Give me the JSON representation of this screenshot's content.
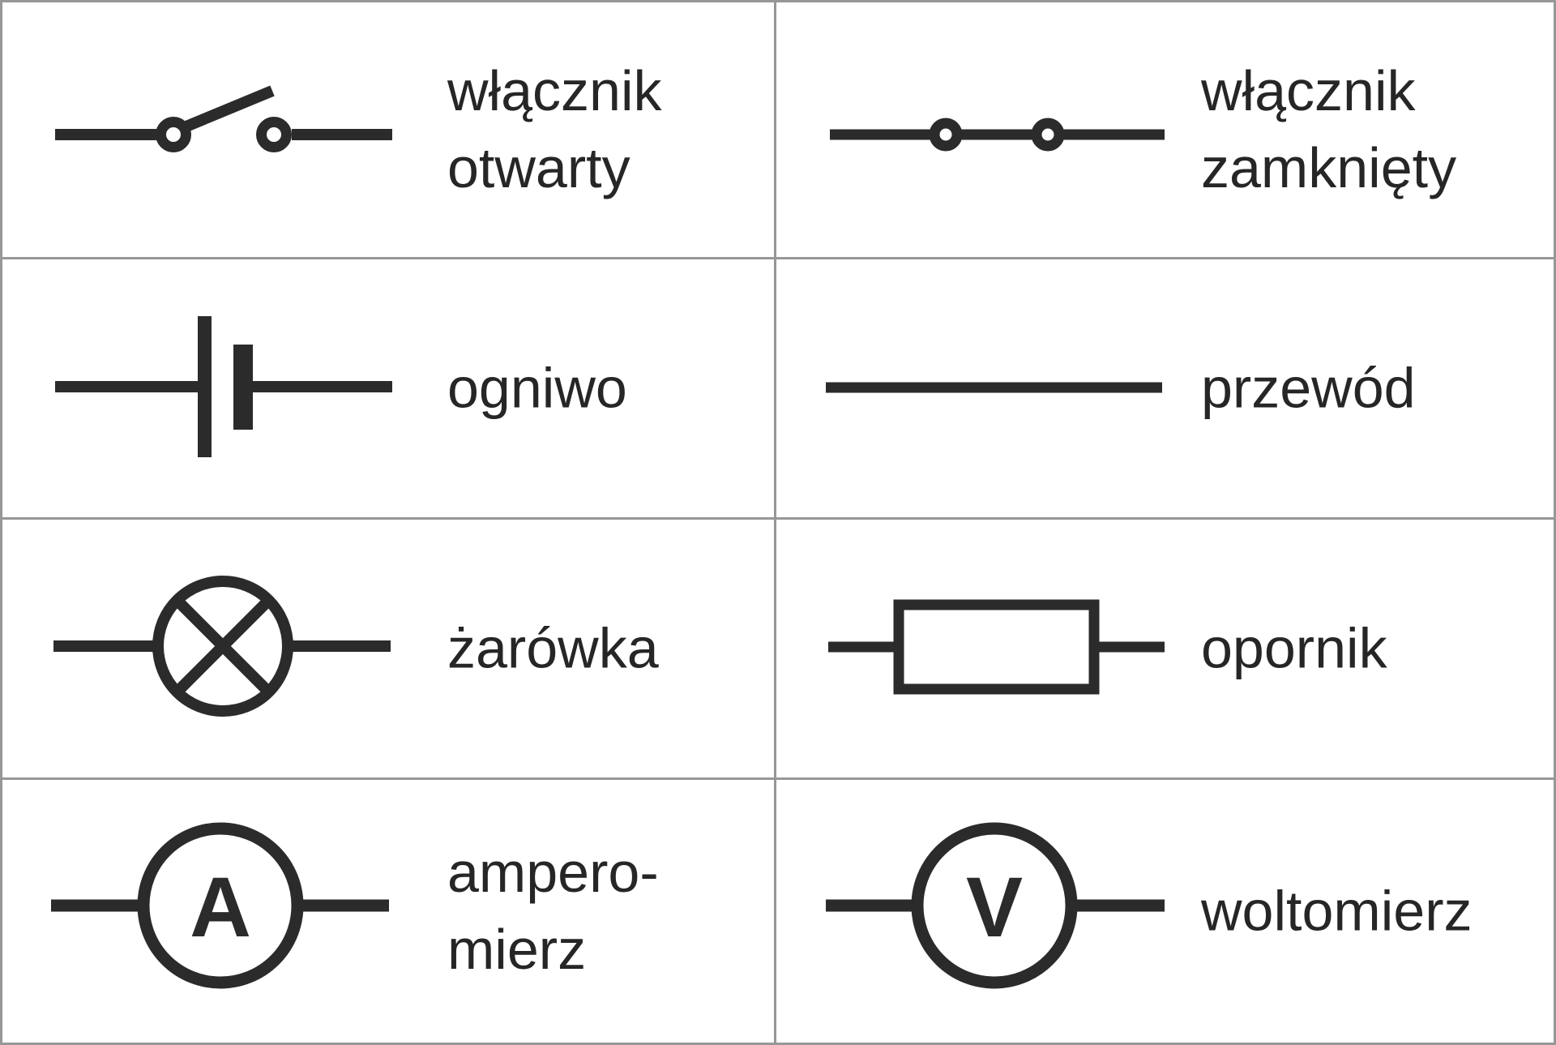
{
  "colors": {
    "background": "#ffffff",
    "grid_line": "#979797",
    "symbol_stroke": "#2b2b2b",
    "label_text": "#262626"
  },
  "cells": [
    {
      "symbol": "open-switch",
      "label": "włącznik\notwarty"
    },
    {
      "symbol": "closed-switch",
      "label": "włącznik\nzamknięty"
    },
    {
      "symbol": "battery-cell",
      "label": "ogniwo"
    },
    {
      "symbol": "wire",
      "label": "przewód"
    },
    {
      "symbol": "light-bulb",
      "label": "żarówka"
    },
    {
      "symbol": "resistor",
      "label": "opornik"
    },
    {
      "symbol": "ammeter",
      "label": "ampero-\nmierz",
      "meter_letter": "A"
    },
    {
      "symbol": "voltmeter",
      "label": "woltomierz",
      "meter_letter": "V"
    }
  ]
}
